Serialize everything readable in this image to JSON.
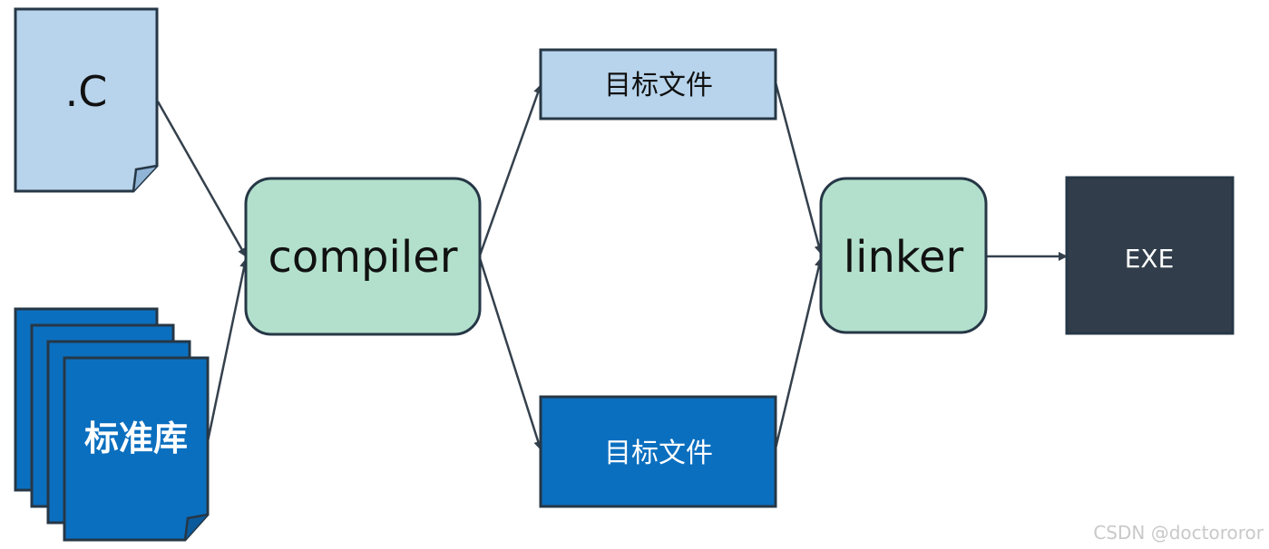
{
  "nodes": {
    "c_file": {
      "label": ".C",
      "fill": "#b8d4ec",
      "stroke": "#263746"
    },
    "stdlib": {
      "label": "标准库",
      "fill": "#0b6fbf",
      "stroke": "#263746",
      "text_color": "#ffffff"
    },
    "compiler": {
      "label": "compiler",
      "fill": "#b2e0cc",
      "stroke": "#263746"
    },
    "object_file_top": {
      "label": "目标文件",
      "fill": "#b8d4ec",
      "stroke": "#263746"
    },
    "object_file_bottom": {
      "label": "目标文件",
      "fill": "#0b6fbf",
      "stroke": "#263746",
      "text_color": "#ffffff"
    },
    "linker": {
      "label": "linker",
      "fill": "#b2e0cc",
      "stroke": "#263746"
    },
    "exe": {
      "label": "EXE",
      "fill": "#313d4b",
      "stroke": "#263746",
      "text_color": "#ffffff"
    }
  },
  "edges": [
    {
      "from": "c_file",
      "to": "compiler"
    },
    {
      "from": "stdlib",
      "to": "compiler"
    },
    {
      "from": "compiler",
      "to": "object_file_top"
    },
    {
      "from": "compiler",
      "to": "object_file_bottom"
    },
    {
      "from": "object_file_top",
      "to": "linker"
    },
    {
      "from": "object_file_bottom",
      "to": "linker"
    },
    {
      "from": "linker",
      "to": "exe"
    }
  ],
  "watermark": "CSDN @doctororor",
  "edge_color": "#34404c"
}
